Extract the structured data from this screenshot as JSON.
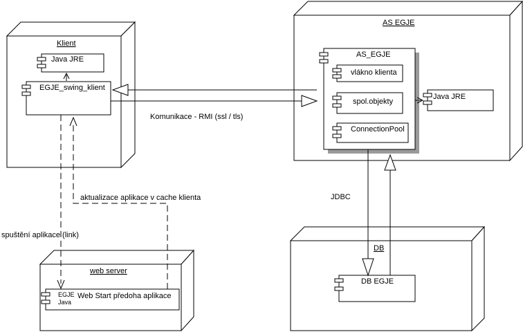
{
  "nodes": {
    "klient": {
      "title": "Klient"
    },
    "as_egje": {
      "title": "AS EGJE"
    },
    "web_server": {
      "title": "web server"
    },
    "db": {
      "title": "DB"
    }
  },
  "components": {
    "java_jre_klient": "Java JRE",
    "egje_swing_klient": "EGJE_swing_klient",
    "as_egje_container": "AS_EGJE",
    "vlakno_klienta": "vlákno klienta",
    "spol_objekty": "spol.objekty",
    "connection_pool": "ConnectionPool",
    "java_jre_server": "Java JRE",
    "db_egje": "DB EGJE",
    "web_start_prefix_top": "EGJE",
    "web_start_prefix_bottom": "Java",
    "web_start_label": "Web Start předoha aplikace"
  },
  "connections": {
    "rmi": "Komunikace - RMI  (ssl / tls)",
    "jdbc": "JDBC",
    "update": "aktualizace aplikace v cache klienta",
    "launch": "spuštění aplikace (link)"
  }
}
